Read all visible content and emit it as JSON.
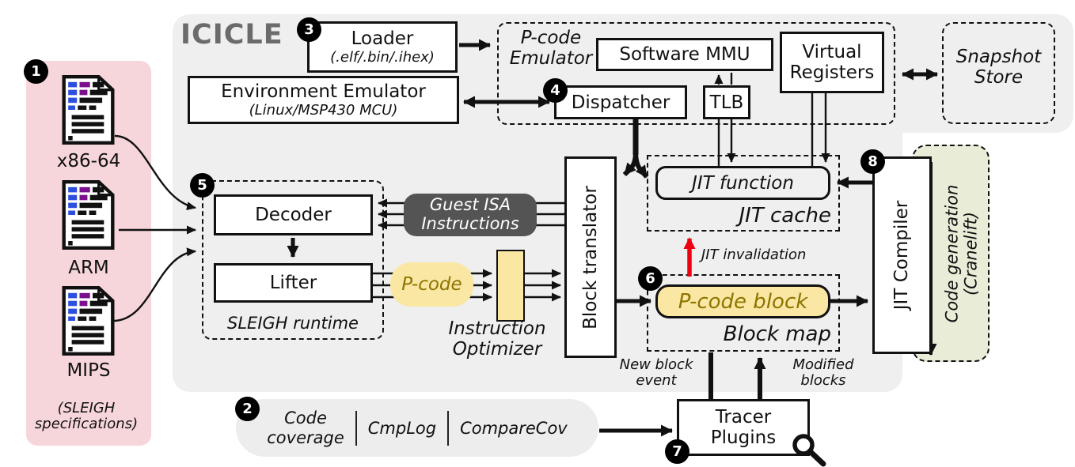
{
  "title": "ICICLE",
  "badges": [
    "1",
    "2",
    "3",
    "4",
    "5",
    "6",
    "7",
    "8"
  ],
  "colors": {
    "panel_gray": "#efefef",
    "pink_panel": "#f7d6db",
    "yellow_fill": "#f9e7a3",
    "yellow_text": "#8f7400",
    "dark_gray_box": "#545454",
    "green_fill": "#e9edd8",
    "red_arrow": "#ee0011",
    "title_gray": "#6b6b6b"
  },
  "specs": {
    "archs": [
      "x86-64",
      "ARM",
      "MIPS"
    ],
    "caption_line1": "(SLEIGH",
    "caption_line2": "specifications)"
  },
  "loader": {
    "title": "Loader",
    "subtitle": "(.elf/.bin/.ihex)"
  },
  "env": {
    "title": "Environment Emulator",
    "subtitle": "(Linux/MSP430 MCU)"
  },
  "pcode_emu": {
    "label_line1": "P-code",
    "label_line2": "Emulator",
    "mmu": "Software MMU",
    "tlb": "TLB",
    "vreg_line1": "Virtual",
    "vreg_line2": "Registers",
    "dispatcher": "Dispatcher"
  },
  "snapshot": {
    "line1": "Snapshot",
    "line2": "Store"
  },
  "sleigh": {
    "decoder": "Decoder",
    "lifter": "Lifter",
    "label": "SLEIGH runtime"
  },
  "guest_isa": {
    "line1": "Guest ISA",
    "line2": "Instructions"
  },
  "pcode_pill": "P-code",
  "optimizer": {
    "line1": "Instruction",
    "line2": "Optimizer"
  },
  "translator": "Block translator",
  "jit": {
    "function": "JIT function",
    "cache": "JIT cache",
    "invalidation": "JIT invalidation",
    "compiler": "JIT Compiler"
  },
  "blockmap": {
    "pcode_block": "P-code block",
    "label": "Block map"
  },
  "codegen": {
    "line1": "Code generation",
    "line2": "(Cranelift)"
  },
  "events": {
    "new1": "New block",
    "new2": "event",
    "mod1": "Modified",
    "mod2": "blocks"
  },
  "tracer": {
    "line1": "Tracer",
    "line2": "Plugins"
  },
  "coverage": {
    "a1": "Code",
    "a2": "coverage",
    "b": "CmpLog",
    "c": "CompareCov"
  }
}
